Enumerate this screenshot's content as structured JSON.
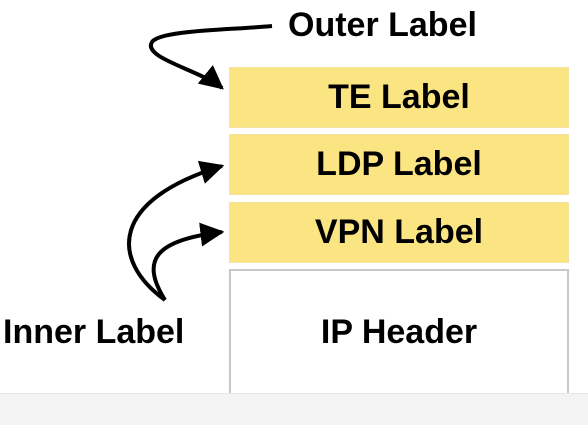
{
  "diagram": {
    "outer_label": "Outer Label",
    "inner_label": "Inner Label",
    "stack": [
      {
        "id": "te",
        "label": "TE Label"
      },
      {
        "id": "ldp",
        "label": "LDP Label"
      },
      {
        "id": "vpn",
        "label": "VPN Label"
      },
      {
        "id": "ip",
        "label": "IP Header"
      }
    ]
  },
  "colors": {
    "label_fill": "#fbe583",
    "ip_fill": "#ffffff",
    "ip_border": "#c8c8c8",
    "arrow": "#000000"
  }
}
